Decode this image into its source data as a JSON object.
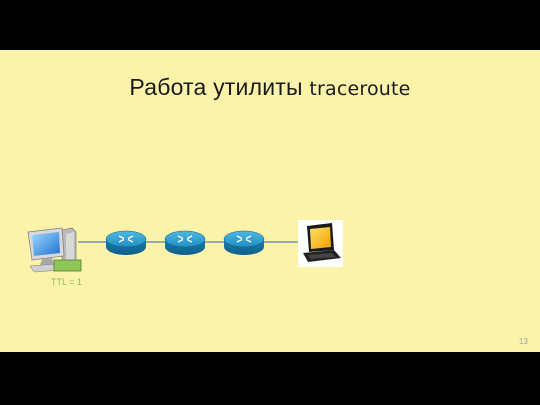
{
  "slide": {
    "title_main": "Работа утилиты",
    "title_command": "traceroute",
    "page_number": "13",
    "packet_label": "TTL = 1"
  },
  "icons": {
    "source": "desktop-computer-icon",
    "router": "router-icon",
    "destination": "laptop-computer-icon",
    "packet": "packet-icon"
  },
  "colors": {
    "slide_background": "#fbf3a9",
    "router_blue": "#1d8fc0",
    "packet_green": "#90c75a",
    "link_blue": "#5b7fa3"
  }
}
